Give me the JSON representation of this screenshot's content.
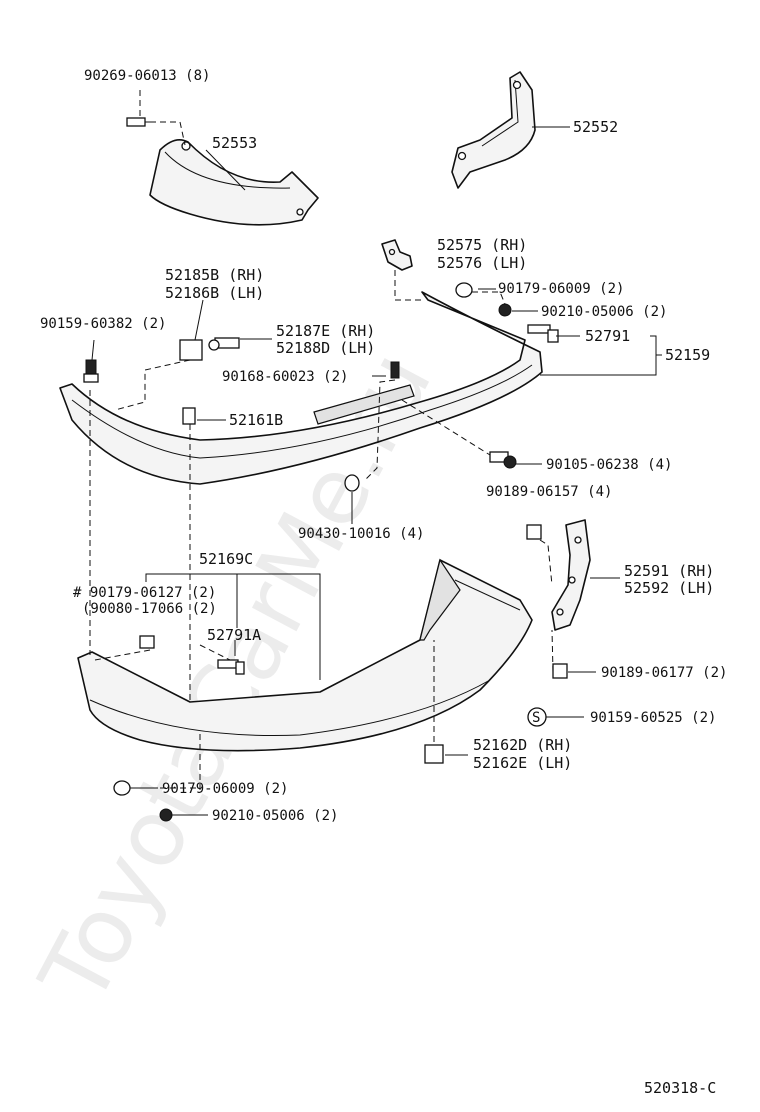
{
  "watermark": "ToyotaCarMe.ru",
  "figure_code": "520318-C",
  "labels": {
    "p90269": "90269-06013 (8)",
    "p52553": "52553",
    "p52552": "52552",
    "p52575": "52575 (RH)",
    "p52576": "52576 (LH)",
    "p52185": "52185B (RH)",
    "p52186": "52186B (LH)",
    "p90179a": "90179-06009 (2)",
    "p90210a": "90210-05006 (2)",
    "p90159a": "90159-60382 (2)",
    "p52187": "52187E (RH)",
    "p52188": "52188D (LH)",
    "p52791": "52791",
    "p52159": "52159",
    "p90168": "90168-60023 (2)",
    "p52161": "52161B",
    "p90105": "90105-06238 (4)",
    "p90189a": "90189-06157 (4)",
    "p90430": "90430-10016 (4)",
    "p52169": "52169C",
    "p52591": "52591 (RH)",
    "p52592": "52592 (LH)",
    "p90179b": "# 90179-06127 (2)",
    "p90080": "(90080-17066 (2)",
    "p52791a": "52791A",
    "p90189b": "90189-06177 (2)",
    "p90159b": "90159-60525 (2)",
    "s_mark": "S",
    "p52162d": "52162D (RH)",
    "p52162e": "52162E (LH)",
    "p90179c": "90179-06009 (2)",
    "p90210b": "90210-05006 (2)"
  }
}
